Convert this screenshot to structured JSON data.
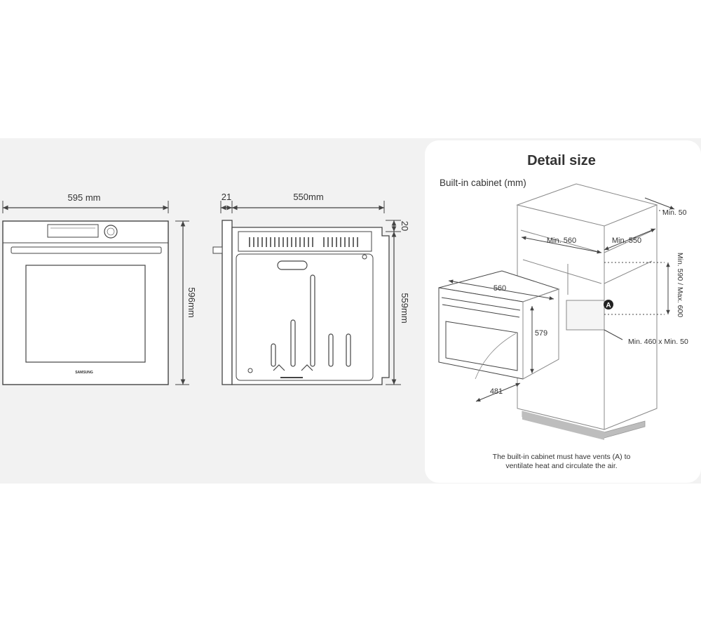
{
  "colors": {
    "page_background": "#ffffff",
    "band_background": "#f2f2f2",
    "panel_background": "#ffffff",
    "line": "#444444",
    "light_line": "#9a9a9a",
    "plinth": "#bdbdbd",
    "text": "#333333"
  },
  "front_view": {
    "width_label": "595 mm",
    "height_label": "596mm",
    "brand": "SAMSUNG"
  },
  "side_view": {
    "door_depth_label": "21",
    "depth_label": "550mm",
    "top_gap_label": "20",
    "height_label": "559mm"
  },
  "detail": {
    "title": "Detail size",
    "subtitle": "Built-in cabinet (mm)",
    "labels": {
      "min_width": "Min. 560",
      "min_depth": "Min. 550",
      "top_clearance": "Min. 50",
      "opening_height": "Min. 590 / Max. 600",
      "vent_size": "Min. 460 x Min. 50",
      "vent_marker": "A",
      "oven_width": "560",
      "oven_height": "579",
      "oven_depth": "481"
    },
    "note_line1": "The built-in cabinet must have vents (A) to",
    "note_line2": "ventilate heat and circulate the air."
  }
}
